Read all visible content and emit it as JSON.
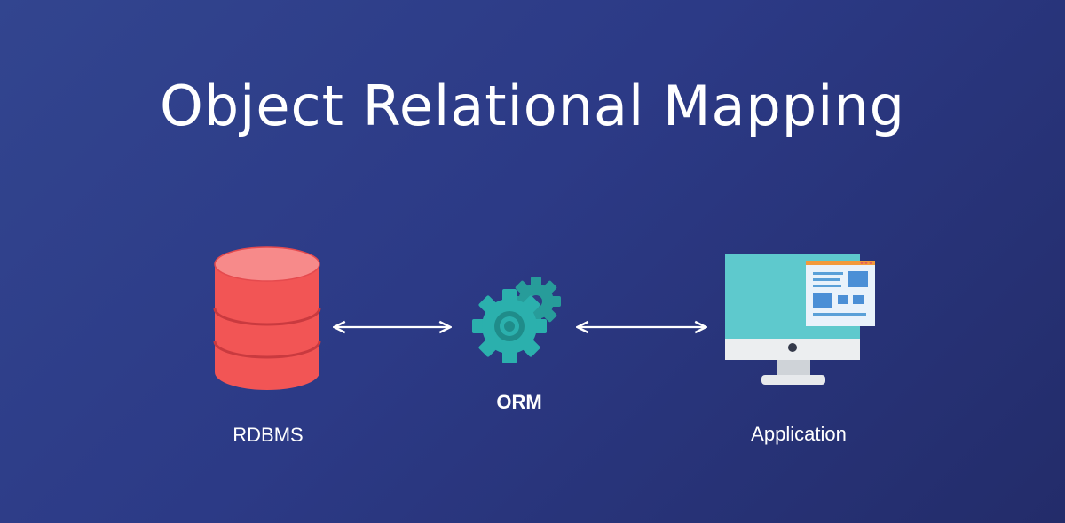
{
  "title": "Object Relational Mapping",
  "nodes": {
    "rdbms": {
      "label": "RDBMS",
      "icon": "database-icon"
    },
    "orm": {
      "label": "ORM",
      "icon": "gears-icon"
    },
    "application": {
      "label": "Application",
      "icon": "desktop-computer-icon"
    }
  },
  "connectors": [
    {
      "from": "rdbms",
      "to": "orm",
      "direction": "bidirectional"
    },
    {
      "from": "orm",
      "to": "application",
      "direction": "bidirectional"
    }
  ],
  "colors": {
    "background": "#2f3d86",
    "database": "#f05353",
    "gear": "#2bb0ad",
    "monitor_screen": "#5bc8cc",
    "text": "#ffffff"
  }
}
